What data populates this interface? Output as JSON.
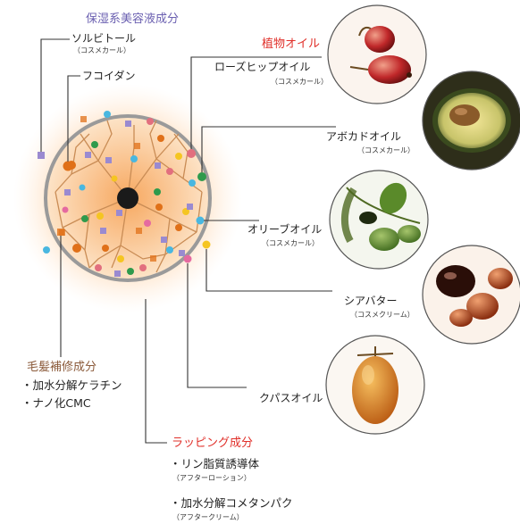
{
  "moisturizing": {
    "heading": "保湿系美容液成分",
    "sorbitol": {
      "name": "ソルビトール",
      "note": "（コスメカール）"
    },
    "fucoidan": {
      "name": "フコイダン"
    }
  },
  "plant_oils": {
    "heading": "植物オイル",
    "items": [
      {
        "name": "ローズヒップオイル",
        "note": "（コスメカール）"
      },
      {
        "name": "アボカドオイル",
        "note": "（コスメカール）"
      },
      {
        "name": "オリーブオイル",
        "note": "（コスメカール）"
      },
      {
        "name": "シアバター",
        "note": "（コスメクリーム）"
      },
      {
        "name": "クパスオイル",
        "note": ""
      }
    ]
  },
  "hair_repair": {
    "heading": "毛髪補修成分",
    "items": [
      "・加水分解ケラチン",
      "・ナノ化CMC"
    ]
  },
  "wrapping": {
    "heading": "ラッピング成分",
    "items": [
      {
        "name": "・リン脂質誘導体",
        "note": "（アフターローション）"
      },
      {
        "name": "・加水分解コメタンパク",
        "note": "（アフタークリーム）"
      }
    ]
  },
  "colors": {
    "moisturizing": "#6a5fb0",
    "plant": "#e0302a",
    "hair": "#8b5a3a",
    "wrapping": "#e0302a",
    "line": "#333333"
  }
}
